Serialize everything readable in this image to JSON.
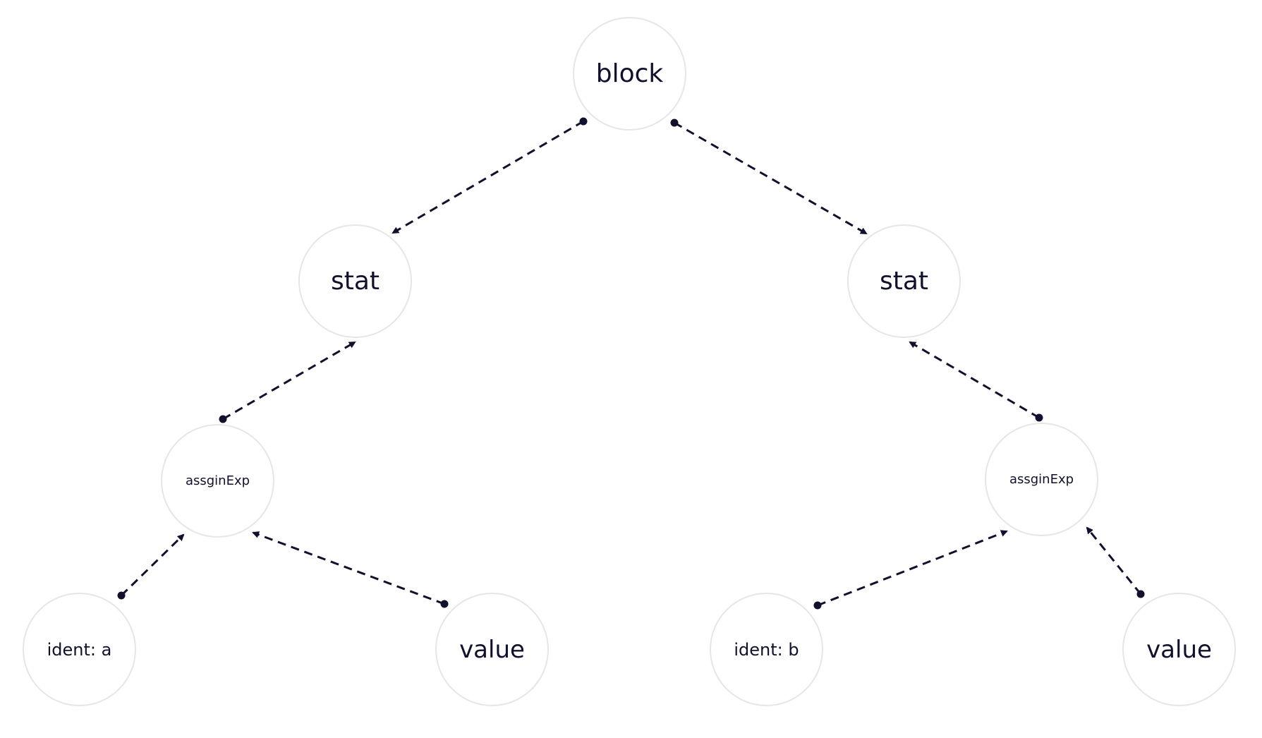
{
  "diagram": {
    "colors": {
      "node_border": "#e6e6e6",
      "node_text": "#11112e",
      "edge": "#11112e"
    },
    "nodes": {
      "block": "block",
      "stat_left": "stat",
      "stat_right": "stat",
      "assign_left": "assginExp",
      "assign_right": "assginExp",
      "ident_a": "ident: a",
      "value_left": "value",
      "ident_b": "ident: b",
      "value_right": "value"
    },
    "edges": [
      {
        "from": "block",
        "to": "stat_left",
        "style": "dashed-arrow"
      },
      {
        "from": "block",
        "to": "stat_right",
        "style": "dashed-arrow"
      },
      {
        "from": "assign_left",
        "to": "stat_left",
        "style": "dashed-arrow"
      },
      {
        "from": "assign_right",
        "to": "stat_right",
        "style": "dashed-arrow"
      },
      {
        "from": "ident_a",
        "to": "assign_left",
        "style": "dashed-arrow"
      },
      {
        "from": "value_left",
        "to": "assign_left",
        "style": "dashed-arrow"
      },
      {
        "from": "ident_b",
        "to": "assign_right",
        "style": "dashed-arrow"
      },
      {
        "from": "value_right",
        "to": "assign_right",
        "style": "dashed-arrow"
      }
    ]
  }
}
